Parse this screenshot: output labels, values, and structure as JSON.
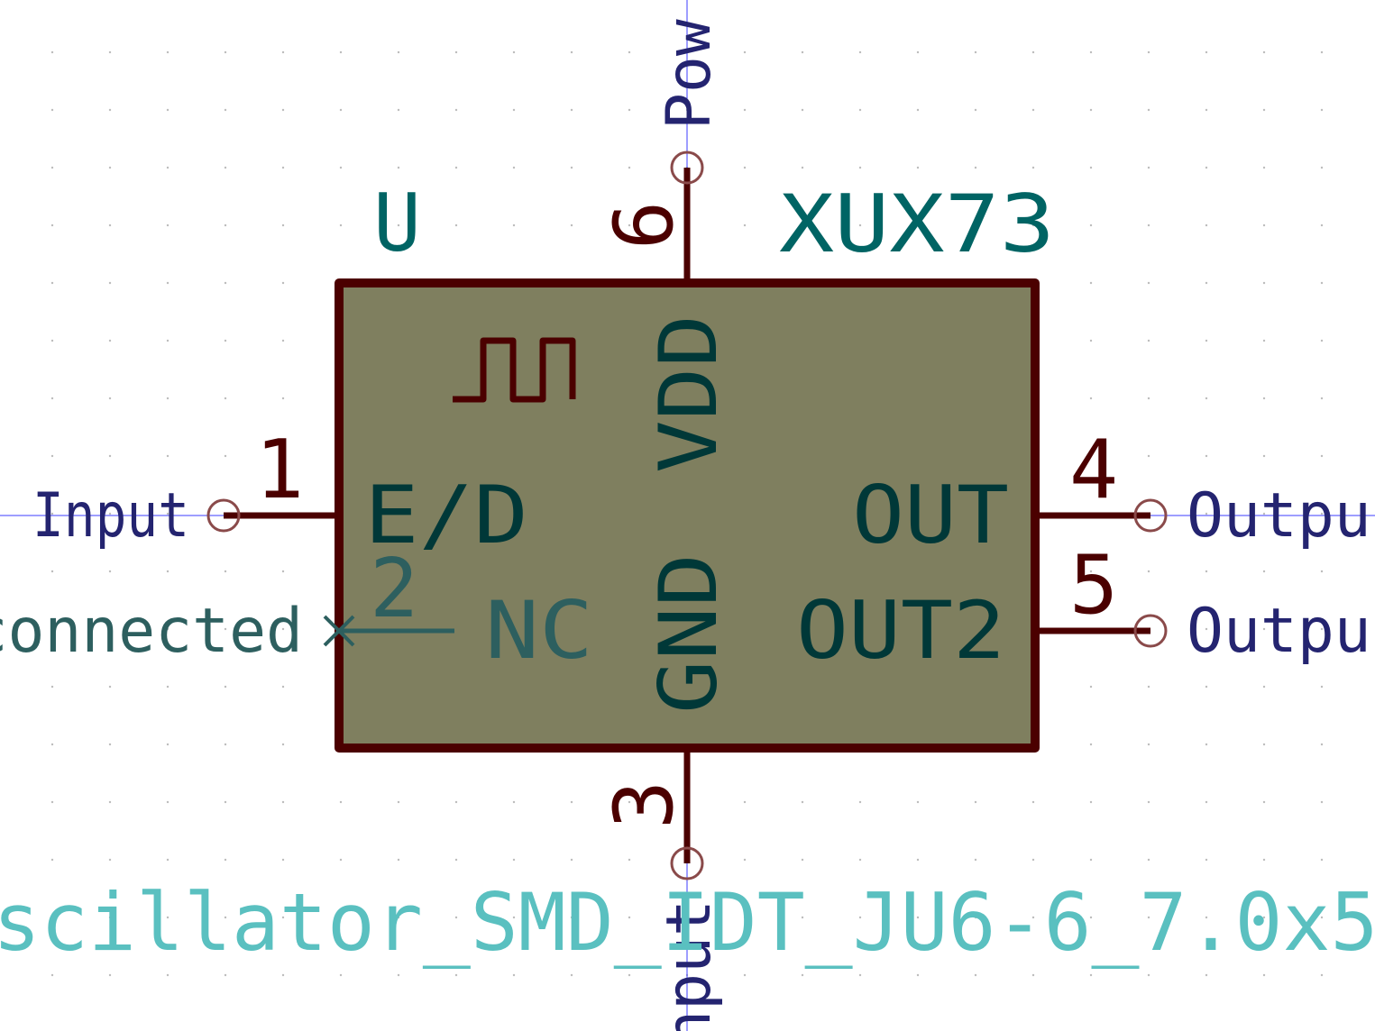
{
  "component": {
    "reference": "U",
    "value": "XUX73",
    "footprint": "scillator_SMD_IDT_JU6-6_7.0x5.",
    "symbol_icon": "square-wave-icon"
  },
  "pins": {
    "p1": {
      "number": "1",
      "name": "E/D",
      "net": "Input"
    },
    "p2": {
      "number": "2",
      "name": "NC",
      "net": "connected"
    },
    "p3": {
      "number": "3",
      "name": "GND",
      "net": "nput"
    },
    "p4": {
      "number": "4",
      "name": "OUT",
      "net": "Output"
    },
    "p5": {
      "number": "5",
      "name": "OUT2",
      "net": "Output"
    },
    "p6": {
      "number": "6",
      "name": "VDD",
      "net": "Pow"
    }
  },
  "colors": {
    "background": "#ffffff",
    "body_fill": "#7f7f5f",
    "outline": "#4b0000",
    "pin_number": "#4b0000",
    "pin_name": "#003838",
    "nc_pin": "#2d5f5f",
    "reference": "#006464",
    "footprint": "#5ac0c0",
    "net_label": "#242470",
    "net_circle": "#8a4a4a",
    "guide_line": "#3c3cff",
    "grid_dot": "#bcbcbc"
  }
}
